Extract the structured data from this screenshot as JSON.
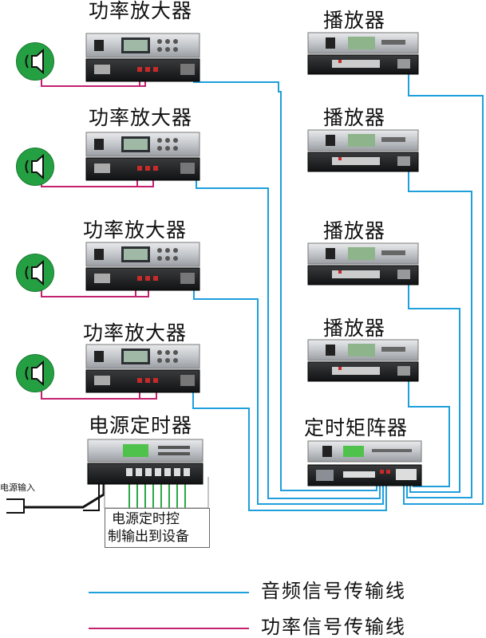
{
  "devices": {
    "amplifier_1": "功率放大器",
    "amplifier_2": "功率放大器",
    "amplifier_3": "功率放大器",
    "amplifier_4": "功率放大器",
    "player_1": "播放器",
    "player_2": "播放器",
    "player_3": "播放器",
    "player_4": "播放器",
    "power_timer": "电源定时器",
    "matrix": "定时矩阵器"
  },
  "power_input_label": "电源输入",
  "control_output_label_line1": "电源定时控",
  "control_output_label_line2": "制输出到设备",
  "legend": {
    "audio_line": "音频信号传输线",
    "power_line": "功率信号传输线"
  },
  "colors": {
    "audio_line": "#1f9fdc",
    "power_line": "#c4206f",
    "speaker": "#24a043"
  }
}
